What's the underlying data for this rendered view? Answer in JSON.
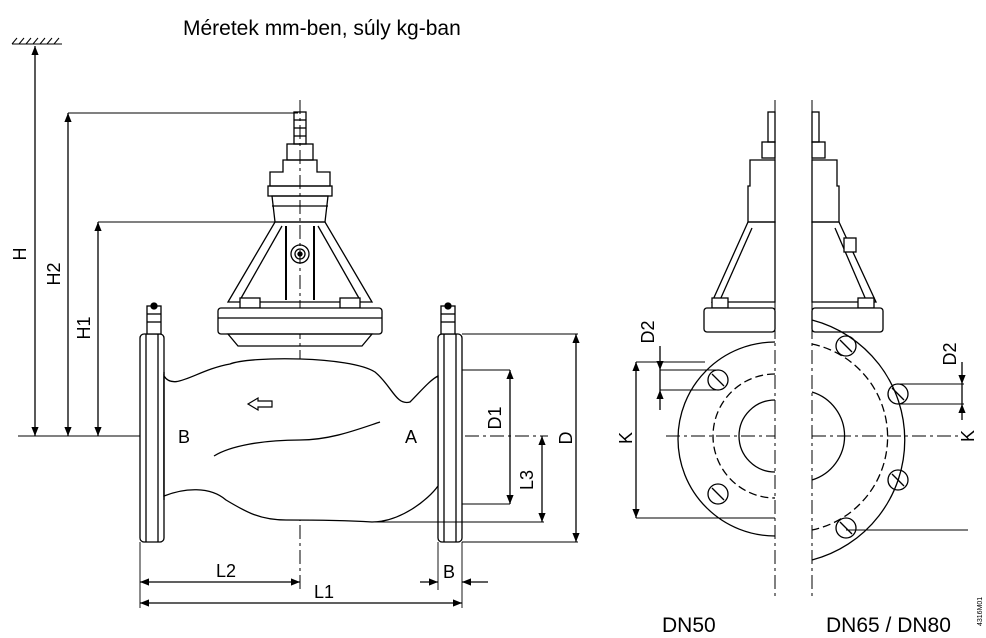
{
  "title": "Méretek mm-ben, súly kg-ban",
  "side_view": {
    "dims": {
      "H": "H",
      "H2": "H2",
      "H1": "H1",
      "D1": "D1",
      "L3": "L3",
      "D": "D",
      "L2": "L2",
      "L1": "L1",
      "B": "B"
    },
    "port_b": "B",
    "port_a": "A"
  },
  "dn50_view": {
    "caption": "DN50",
    "dims": {
      "D2": "D2",
      "K": "K"
    }
  },
  "dn65_view": {
    "caption": "DN65 / DN80",
    "dims": {
      "D2": "D2",
      "K": "K"
    }
  },
  "drawing_number": "4316M01"
}
